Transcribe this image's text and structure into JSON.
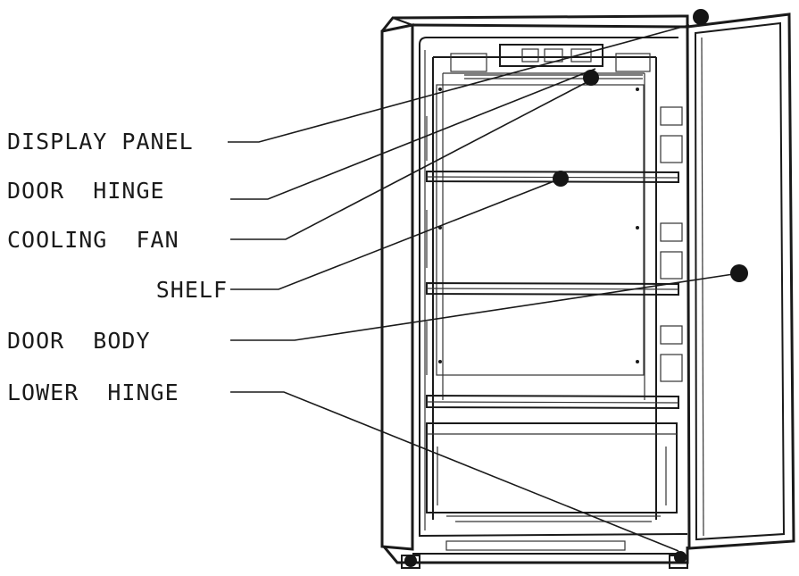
{
  "labels": {
    "display_panel": "DISPLAY PANEL",
    "door_hinge": "DOOR  HINGE",
    "cooling_fan": "COOLING  FAN",
    "shelf": "SHELF",
    "door_body": "DOOR  BODY",
    "lower_hinge": "LOWER  HINGE"
  },
  "colors": {
    "ink": "#1a1a1a",
    "background": "#ffffff"
  }
}
